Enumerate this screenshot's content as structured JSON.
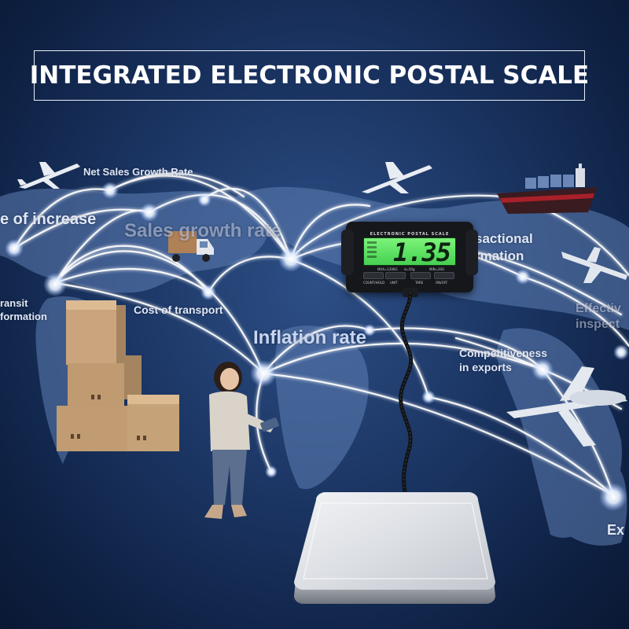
{
  "title": "INTEGRATED ELECTRONIC POSTAL SCALE",
  "map_labels": {
    "net_sales_growth_rate": "Net Sales Growth Rate",
    "rate_of_increase": "e of increase",
    "sales_growth_rate": "Sales growth rate",
    "transactional_information_1": "sactional",
    "transactional_information_2": "rmation",
    "transit_information_1": "ransit",
    "transit_information_2": "formation",
    "cost_of_transport": "Cost of transport",
    "inflation_rate": "Inflation rate",
    "competitiveness_1": "Competitiveness",
    "competitiveness_2": "in exports",
    "effective_inspection_1": "Effectiv",
    "effective_inspection_2": "inspect",
    "exports_partial": "Ex"
  },
  "indicator": {
    "heading": "ELECTRONIC POSTAL SCALE",
    "reading": "1.35",
    "legend_left": "MAX=120KG",
    "legend_mid": "d=50g",
    "legend_right": "MIN=20G",
    "buttons": {
      "count_hold": "COUNT/HOLD",
      "unit": "UNIT",
      "tare": "TARE",
      "on_off": "ON/OFF"
    }
  },
  "icons": {
    "airplane": "airplane-icon",
    "ship": "cargo-ship-icon",
    "truck": "delivery-truck-icon",
    "boxes": "cardboard-boxes-icon"
  },
  "colors": {
    "background": "#1b3563",
    "arc": "#ffffff",
    "lcd": "#59e061",
    "title_text": "#ffffff"
  }
}
